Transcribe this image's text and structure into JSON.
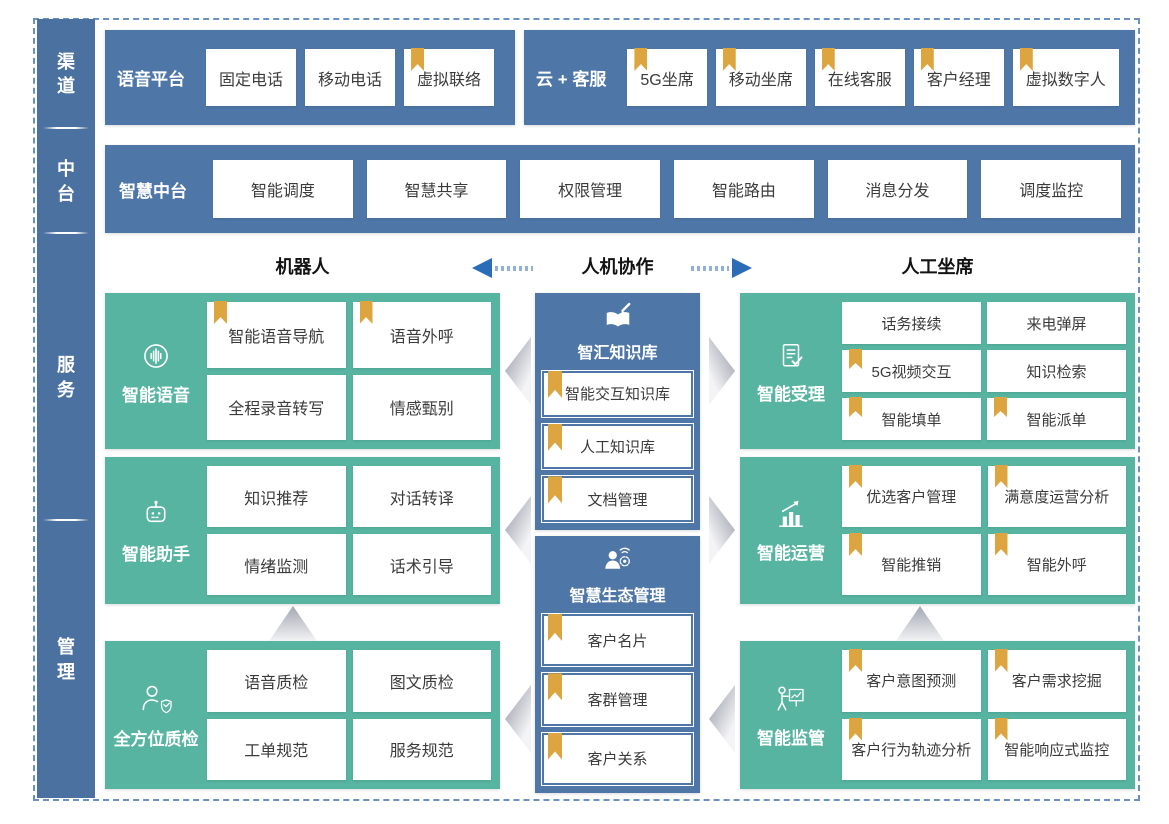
{
  "colors": {
    "block_blue": "#4e77a8",
    "sidebar_blue": "#4b71a1",
    "block_teal": "#57b4a1",
    "bookmark_gold": "#dda53f",
    "header_arrow_blue": "#2a6cb8",
    "flow_arrow_gray": "#a3a7b2",
    "dashed_border_blue": "#6b90c2",
    "box_text": "#3b3b3b"
  },
  "sidebar": {
    "items": [
      {
        "label": "渠道"
      },
      {
        "label": "中台"
      },
      {
        "label": "服务"
      },
      {
        "label": "管理"
      }
    ]
  },
  "rows": {
    "voice_platform": {
      "title": "语音平台",
      "items": [
        {
          "label": "固定电话",
          "bookmark": false
        },
        {
          "label": "移动电话",
          "bookmark": false
        },
        {
          "label": "虚拟联络",
          "bookmark": true
        }
      ]
    },
    "cloud_service": {
      "title": "云 + 客服",
      "items": [
        {
          "label": "5G坐席",
          "bookmark": true
        },
        {
          "label": "移动坐席",
          "bookmark": true
        },
        {
          "label": "在线客服",
          "bookmark": true
        },
        {
          "label": "客户经理",
          "bookmark": true
        },
        {
          "label": "虚拟数字人",
          "bookmark": true
        }
      ]
    },
    "smart_middle_platform": {
      "title": "智慧中台",
      "items": [
        {
          "label": "智能调度",
          "bookmark": false
        },
        {
          "label": "智慧共享",
          "bookmark": false
        },
        {
          "label": "权限管理",
          "bookmark": false
        },
        {
          "label": "智能路由",
          "bookmark": false
        },
        {
          "label": "消息分发",
          "bookmark": false
        },
        {
          "label": "调度监控",
          "bookmark": false
        }
      ]
    }
  },
  "collab_header": {
    "left": "机器人",
    "center": "人机协作",
    "right": "人工坐席"
  },
  "blocks": {
    "smart_voice": {
      "title": "智能语音",
      "icon": "voice-icon",
      "items": [
        {
          "label": "智能语音导航",
          "bookmark": true
        },
        {
          "label": "语音外呼",
          "bookmark": true
        },
        {
          "label": "全程录音转写",
          "bookmark": false
        },
        {
          "label": "情感甄别",
          "bookmark": false
        }
      ]
    },
    "smart_assistant": {
      "title": "智能助手",
      "icon": "robot-icon",
      "items": [
        {
          "label": "知识推荐",
          "bookmark": false
        },
        {
          "label": "对话转译",
          "bookmark": false
        },
        {
          "label": "情绪监测",
          "bookmark": false
        },
        {
          "label": "话术引导",
          "bookmark": false
        }
      ]
    },
    "quality_inspection": {
      "title": "全方位质检",
      "icon": "inspector-icon",
      "items": [
        {
          "label": "语音质检",
          "bookmark": false
        },
        {
          "label": "图文质检",
          "bookmark": false
        },
        {
          "label": "工单规范",
          "bookmark": false
        },
        {
          "label": "服务规范",
          "bookmark": false
        }
      ]
    },
    "knowledge_base": {
      "title": "智汇知识库",
      "icon": "knowledge-icon",
      "items": [
        {
          "label": "智能交互知识库",
          "bookmark": true
        },
        {
          "label": "人工知识库",
          "bookmark": true
        },
        {
          "label": "文档管理",
          "bookmark": true
        }
      ]
    },
    "ecosystem_mgmt": {
      "title": "智慧生态管理",
      "icon": "ecosystem-icon",
      "items": [
        {
          "label": "客户名片",
          "bookmark": true
        },
        {
          "label": "客群管理",
          "bookmark": true
        },
        {
          "label": "客户关系",
          "bookmark": true
        }
      ]
    },
    "smart_intake": {
      "title": "智能受理",
      "icon": "intake-icon",
      "items": [
        {
          "label": "话务接续",
          "bookmark": false
        },
        {
          "label": "来电弹屏",
          "bookmark": false
        },
        {
          "label": "5G视频交互",
          "bookmark": true
        },
        {
          "label": "知识检索",
          "bookmark": false
        },
        {
          "label": "智能填单",
          "bookmark": true
        },
        {
          "label": "智能派单",
          "bookmark": true
        }
      ]
    },
    "smart_operations": {
      "title": "智能运营",
      "icon": "chart-icon",
      "items": [
        {
          "label": "优选客户管理",
          "bookmark": true
        },
        {
          "label": "满意度运营分析",
          "bookmark": true
        },
        {
          "label": "智能推销",
          "bookmark": true
        },
        {
          "label": "智能外呼",
          "bookmark": true
        }
      ]
    },
    "smart_supervision": {
      "title": "智能监管",
      "icon": "supervision-icon",
      "items": [
        {
          "label": "客户意图预测",
          "bookmark": true
        },
        {
          "label": "客户需求挖掘",
          "bookmark": true
        },
        {
          "label": "客户行为轨迹分析",
          "bookmark": true
        },
        {
          "label": "智能响应式监控",
          "bookmark": true
        }
      ]
    }
  }
}
